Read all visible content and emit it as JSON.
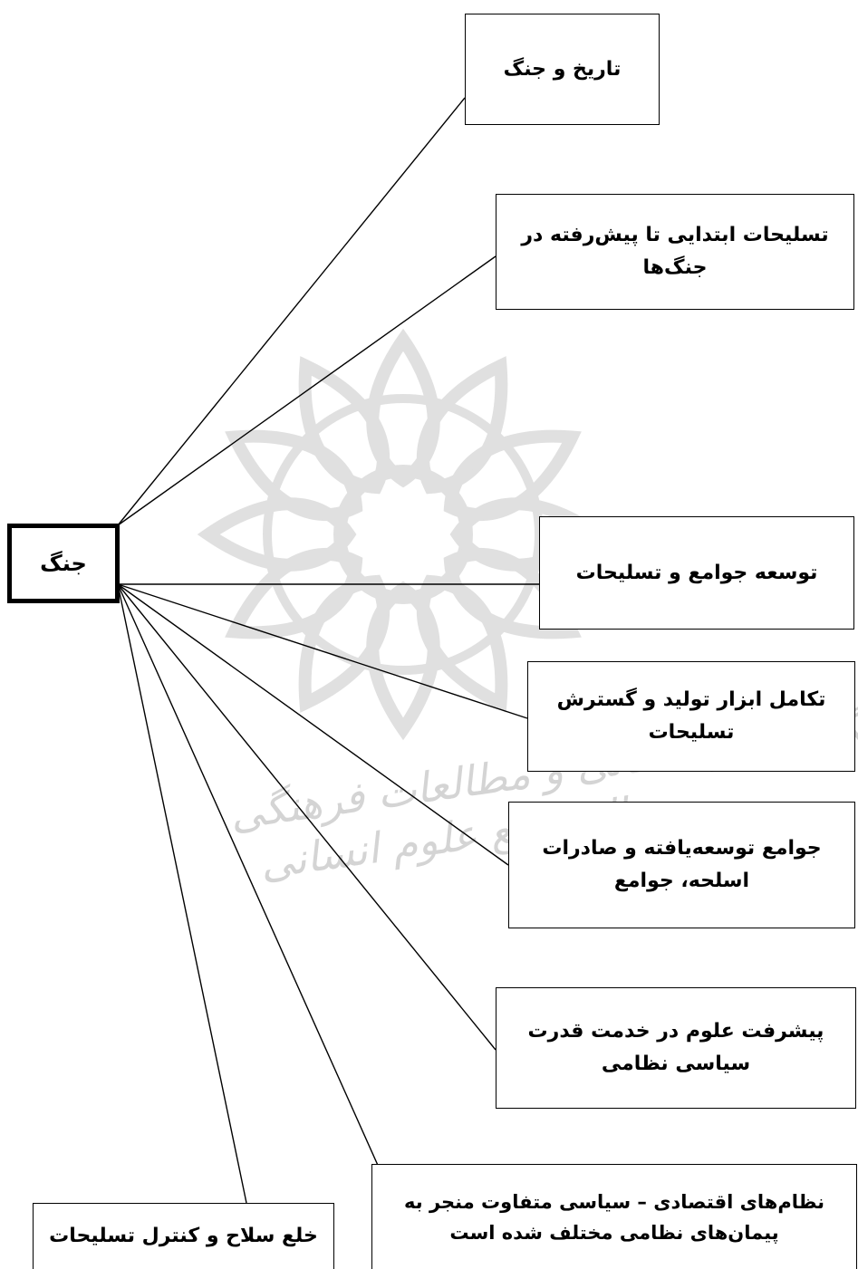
{
  "diagram": {
    "root": {
      "label": "جنگ"
    },
    "nodes": [
      {
        "id": "n1",
        "label": "تاریخ و جنگ"
      },
      {
        "id": "n2",
        "label": "تسلیحات ابتدایی تا پیش‌رفته در جنگ‌ها"
      },
      {
        "id": "n3",
        "label": "توسعه جوامع و تسلیحات"
      },
      {
        "id": "n4",
        "label": "تکامل ابزار تولید و گسترش تسلیحات"
      },
      {
        "id": "n5",
        "label": "جوامع توسعه‌یافته و صادرات اسلحه، جوامع"
      },
      {
        "id": "n6",
        "label": "پیشرفت علوم در خدمت قدرت سیاسی نظامی"
      },
      {
        "id": "n7",
        "label": "نظام‌های اقتصادی – سیاسی متفاوت منجر به پیمان‌های نظامی مختلف شده است"
      },
      {
        "id": "n8",
        "label": "خلع سلاح و کنترل تسلیحات"
      }
    ]
  }
}
